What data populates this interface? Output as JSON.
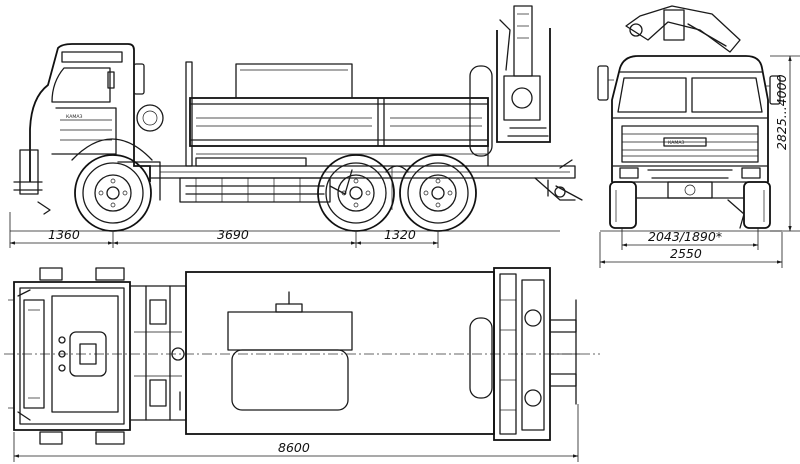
{
  "dimensions": {
    "front_overhang": "1360",
    "wheelbase_front": "3690",
    "wheelbase_rear": "1320",
    "track": "2043/1890*",
    "overall_width": "2550",
    "height": "2825...4000",
    "overall_length": "8600"
  },
  "badge_text": "КАМАЗ",
  "colors": {
    "line": "#1a1a1a",
    "background": "#ffffff"
  }
}
